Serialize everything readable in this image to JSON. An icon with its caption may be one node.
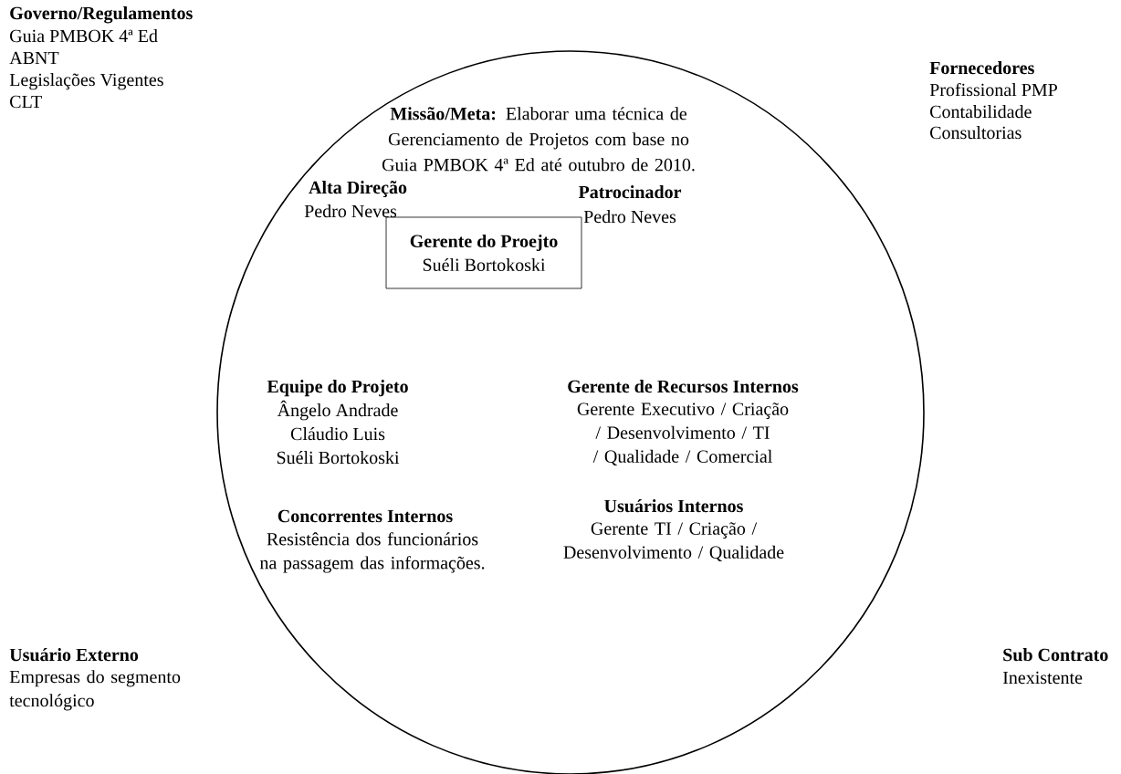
{
  "diagram": {
    "nodes": [
      {
        "text": [
          "**Missão/Meta:** Elaborar uma técnica de Gerenciamento de Projetos com base no Guia PMBOK 4ª Ed até outubro de 2010.",
          "Alta Direção",
          "Pedro Neves",
          "Patrocinador",
          "Pedro Neves",
          "Equipe do Projeto",
          "Ângelo Andrade",
          "Cláudio Luis",
          "Suéli Bortokoski",
          "Gerente de Recursos Internos",
          "Gerente Executivo / Criação / Desenvolvimento / TI / Qualidade / Comercial",
          "Concorrentes Internos",
          "Resistência dos funcionários na passagem das informações.",
          "Usuários Internos",
          "Gerente TI / Criação / Desenvolvimento / Qualidade"
        ]
      },
      {
        "text": [
          "Gerente do Proejto",
          "Suéli Bortokoski"
        ],
        "in": 0
      }
    ],
    "labels": [
      "Governo/Regulamentos",
      "Guia PMBOK 4ª Ed",
      "ABNT",
      "Legislações Vigentes",
      "CLT",
      "Fornecedores",
      "Profissional PMP",
      "Contabilidade",
      "Consultorias",
      "Usuário Externo",
      "Empresas do segmento tecnológico",
      "Sub Contrato",
      "Inexistente"
    ]
  }
}
